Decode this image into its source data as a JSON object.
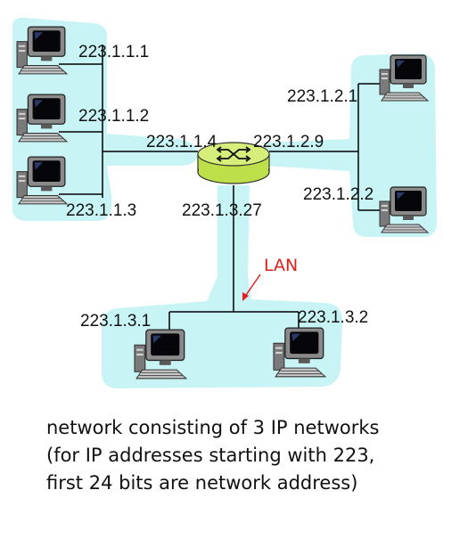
{
  "networks": {
    "left": {
      "hosts": [
        "223.1.1.1",
        "223.1.1.2",
        "223.1.1.3"
      ]
    },
    "right": {
      "hosts": [
        "223.1.2.1",
        "223.1.2.2"
      ]
    },
    "bottom": {
      "hosts": [
        "223.1.3.1",
        "223.1.3.2"
      ],
      "lan_label": "LAN"
    }
  },
  "router": {
    "interfaces": [
      "223.1.1.4",
      "223.1.2.9",
      "223.1.3.27"
    ]
  },
  "caption": [
    "network consisting of 3 IP networks",
    "(for IP addresses starting with 223,",
    "first 24 bits are network address)"
  ],
  "colors": {
    "network_fill": "#c8f4f6",
    "router_fill": "#bde04a",
    "lan_label": "#e0201c",
    "wire": "#000000"
  }
}
